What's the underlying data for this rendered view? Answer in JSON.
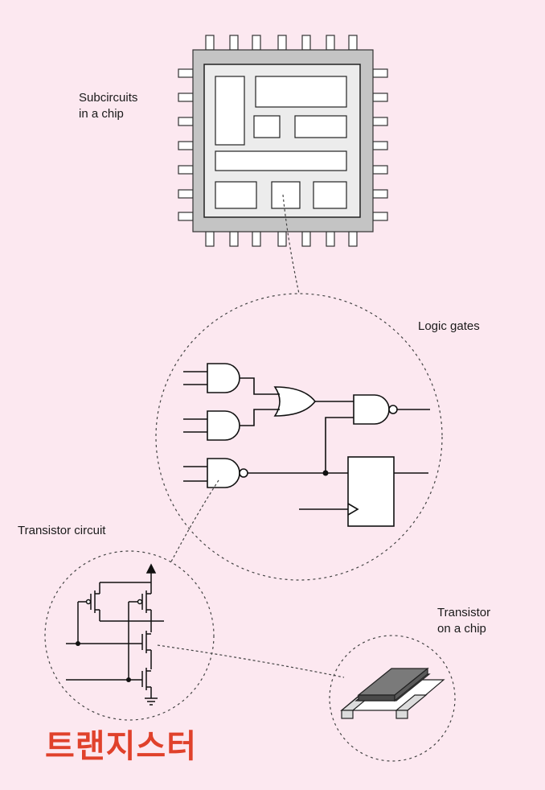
{
  "labels": {
    "subcircuits": [
      "Subcircuits",
      "in a chip"
    ],
    "logic_gates": "Logic gates",
    "transistor_circuit": "Transistor circuit",
    "transistor_on_chip": [
      "Transistor",
      "on a chip"
    ]
  },
  "title_korean": "트랜지스터",
  "colors": {
    "background": "#fce8f0",
    "chip_body": "#c4c4c4",
    "accent_title": "#e0412b",
    "line": "#1a1a1a"
  }
}
